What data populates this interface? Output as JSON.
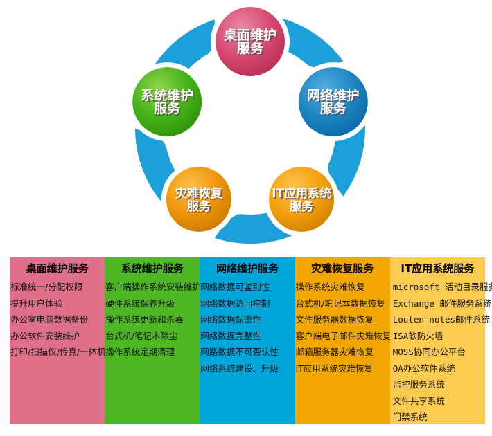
{
  "diagram": {
    "ring_color": "#1d9fda",
    "bubbles": [
      {
        "id": "desktop",
        "line1": "桌面维护",
        "line2": "服务",
        "color_light": "#ec8aa4",
        "color_main": "#d64970",
        "color_edge": "#b42c52"
      },
      {
        "id": "system",
        "line1": "系统维护",
        "line2": "服务",
        "color_light": "#8fd44f",
        "color_main": "#44b316",
        "color_edge": "#2e8f0b"
      },
      {
        "id": "network",
        "line1": "网络维护",
        "line2": "服务",
        "color_light": "#55ace0",
        "color_main": "#1b85c2",
        "color_edge": "#0c67a4"
      },
      {
        "id": "disaster",
        "line1": "灾难恢复",
        "line2": "服务",
        "color_light": "#fdc14b",
        "color_main": "#f0940a",
        "color_edge": "#c87800"
      },
      {
        "id": "it-app",
        "line1": "IT应用系统",
        "line2": "服务",
        "color_light": "#fdc24e",
        "color_main": "#f5a00c",
        "color_edge": "#cc7e00"
      }
    ]
  },
  "table": {
    "columns": [
      {
        "id": "desktop",
        "header": "桌面维护服务",
        "bg": "#e0708a",
        "items": [
          "标准统一/分配权限",
          "提升用户体验",
          "办公室电脑数据备份",
          "办公软件安装维护",
          "打印/扫描仪/传真/一体机"
        ]
      },
      {
        "id": "system",
        "header": "系统维护服务",
        "bg": "#4db822",
        "items": [
          "客户端操作系统安装维护",
          "硬件系统保养升级",
          "操作系统更新和杀毒",
          "台式机/笔记本除尘",
          "操作系统定期清理"
        ]
      },
      {
        "id": "network",
        "header": "网络维护服务",
        "bg": "#00a5d9",
        "items": [
          "网络数据可鉴别性",
          "网络数据访问控制",
          "网络数据保密性",
          "网络数据完整性",
          "网路数据不可否认性",
          "网络系统建设、升级"
        ]
      },
      {
        "id": "disaster",
        "header": "灾难恢复服务",
        "bg": "#f2a602",
        "items": [
          "操作系统灾难恢复",
          "台式机/笔记本数据恢复",
          "文件服务器数据恢复",
          "客户端电子邮件灾难恢复",
          "邮箱服务器灾难恢复",
          "IT应用系统灾难恢复"
        ]
      },
      {
        "id": "it-app",
        "header": "IT应用系统服务",
        "bg": "#fccc52",
        "items": [
          "microsoft 活动目录服务",
          "Exchange 邮件服务系统",
          "Louten notes邮件系统",
          "ISA软防火墙",
          "MOSS协同办公平台",
          "OA办公软件系统",
          "监控服务系统",
          "文件共享系统",
          "门禁系统"
        ]
      }
    ]
  }
}
